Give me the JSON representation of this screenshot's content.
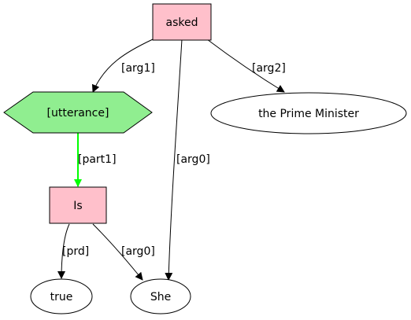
{
  "nodes": {
    "asked": {
      "label": "asked",
      "shape": "box",
      "fill": "#ffc0cb"
    },
    "utterance": {
      "label": "[utterance]",
      "shape": "hexagon",
      "fill": "#90ee90"
    },
    "prime_minister": {
      "label": "the Prime Minister",
      "shape": "ellipse",
      "fill": "#ffffff"
    },
    "is": {
      "label": "Is",
      "shape": "box",
      "fill": "#ffc0cb"
    },
    "true": {
      "label": "true",
      "shape": "ellipse",
      "fill": "#ffffff"
    },
    "she": {
      "label": "She",
      "shape": "ellipse",
      "fill": "#ffffff"
    }
  },
  "edges": {
    "asked_utterance": {
      "label": "[arg1]",
      "color": "#000000"
    },
    "asked_prime_minister": {
      "label": "[arg2]",
      "color": "#000000"
    },
    "asked_she": {
      "label": "[arg0]",
      "color": "#000000"
    },
    "utterance_is": {
      "label": "[part1]",
      "color": "#00ff00"
    },
    "is_true": {
      "label": "[prd]",
      "color": "#000000"
    },
    "is_she": {
      "label": "[arg0]",
      "color": "#000000"
    }
  }
}
